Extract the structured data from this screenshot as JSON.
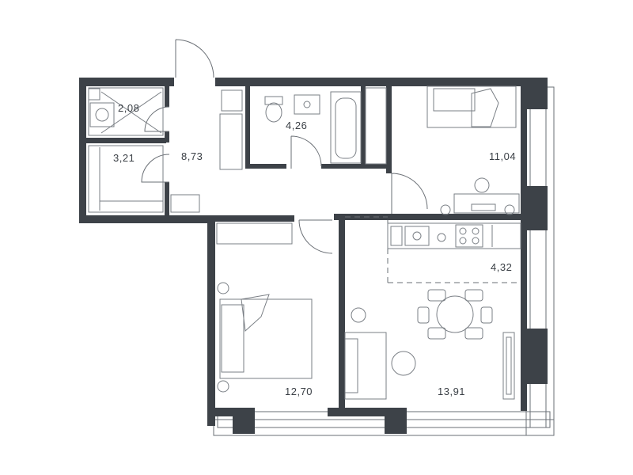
{
  "rooms": [
    {
      "id": "storage",
      "area": "2,08"
    },
    {
      "id": "wardrobe",
      "area": "3,21"
    },
    {
      "id": "hall",
      "area": "8,73"
    },
    {
      "id": "bathroom",
      "area": "4,26"
    },
    {
      "id": "bedroom-1",
      "area": "11,04"
    },
    {
      "id": "kitchen",
      "area": "4,32"
    },
    {
      "id": "bedroom-2",
      "area": "12,70"
    },
    {
      "id": "living-room",
      "area": "13,91"
    }
  ],
  "colors": {
    "wall": "#3d4248",
    "line": "#6a6f75",
    "text": "#3a3f45"
  }
}
